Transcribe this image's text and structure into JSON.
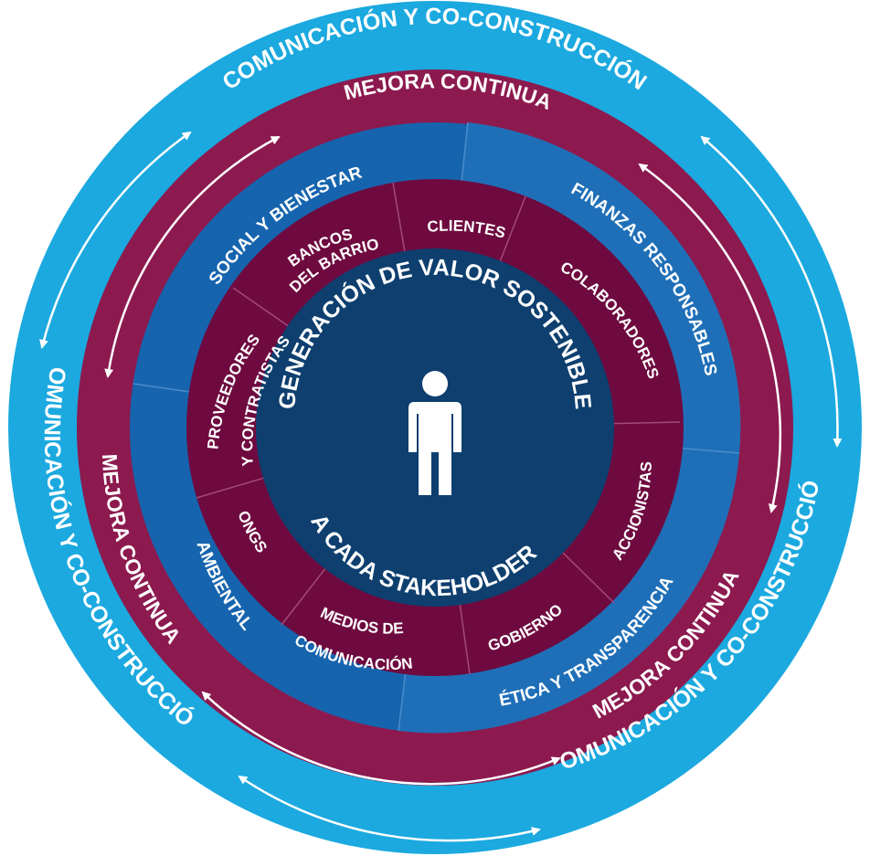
{
  "colors": {
    "outer_ring": "#1BA9DF",
    "mejora_ring": "#8C1A4F",
    "pillar_ring": "#1664AE",
    "pillar_ring_alt": "#1F6FB8",
    "stakeholder_ring": "#6E0A3F",
    "core": "#0E3F6F",
    "arrows": "#ffffff"
  },
  "outer_ring": {
    "top_label": "COMUNICACIÓN Y CO-CONSTRUCCIÓN",
    "left_label": "COMUNICACIÓN Y CO-CONSTRUCCIÓN",
    "bottom_right_label": "COMUNICACIÓN Y CO-CONSTRUCCIÓN"
  },
  "mejora_ring": {
    "top_label": "MEJORA CONTINUA",
    "left_label": "MEJORA CONTINUA",
    "bottom_right_label": "MEJORA CONTINUA"
  },
  "pillars": {
    "social": "SOCIAL Y BIENESTAR",
    "finanzas": "FINANZAS RESPONSABLES",
    "etica": "ÉTICA Y TRANSPARENCIA",
    "ambiental": "AMBIENTAL"
  },
  "stakeholders": {
    "clientes": "CLIENTES",
    "colaboradores": "COLABORADORES",
    "accionistas": "ACCIONISTAS",
    "gobierno": "GOBIERNO",
    "medios_1": "MEDIOS DE",
    "medios_2": "COMUNICACIÓN",
    "ongs": "ONGS",
    "proveedores_1": "PROVEEDORES",
    "proveedores_2": "Y CONTRATISTAS",
    "bancos_1": "BANCOS",
    "bancos_2": "DEL BARRIO"
  },
  "core": {
    "top_label": "GENERACIÓN DE VALOR SOSTENIBLE",
    "bottom_label": "A CADA STAKEHOLDER",
    "icon": "person-icon"
  }
}
